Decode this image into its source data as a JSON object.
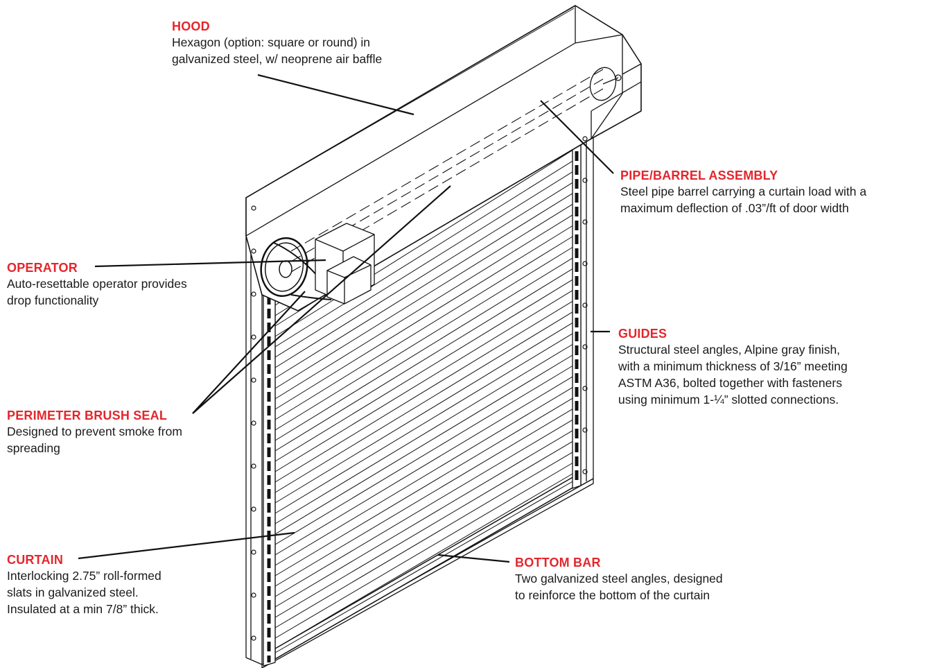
{
  "colors": {
    "accent": "#e4262c",
    "line": "#111111",
    "text": "#1a1a1a"
  },
  "callouts": {
    "hood": {
      "title": "HOOD",
      "lines": [
        "Hexagon (option: square or round) in",
        "galvanized steel, w/ neoprene air baffle"
      ]
    },
    "pipe": {
      "title": "PIPE/BARREL ASSEMBLY",
      "lines": [
        "Steel pipe barrel carrying a curtain load with a",
        "maximum deflection of .03”/ft of door width"
      ]
    },
    "operator": {
      "title": "OPERATOR",
      "lines": [
        "Auto-resettable operator provides",
        "drop functionality"
      ]
    },
    "guides": {
      "title": "GUIDES",
      "lines": [
        "Structural steel angles, Alpine gray finish,",
        "with a minimum thickness of 3/16” meeting",
        "ASTM A36, bolted together with fasteners",
        "using minimum 1-¼” slotted connections."
      ]
    },
    "seal": {
      "title": "PERIMETER BRUSH SEAL",
      "lines": [
        "Designed to prevent smoke from",
        "spreading"
      ]
    },
    "curtain": {
      "title": "CURTAIN",
      "lines": [
        "Interlocking 2.75” roll-formed",
        "slats in galvanized steel.",
        "Insulated at a min 7/8” thick."
      ]
    },
    "bottom": {
      "title": "BOTTOM BAR",
      "lines": [
        "Two galvanized steel angles, designed",
        "to reinforce the bottom of the curtain"
      ]
    }
  }
}
